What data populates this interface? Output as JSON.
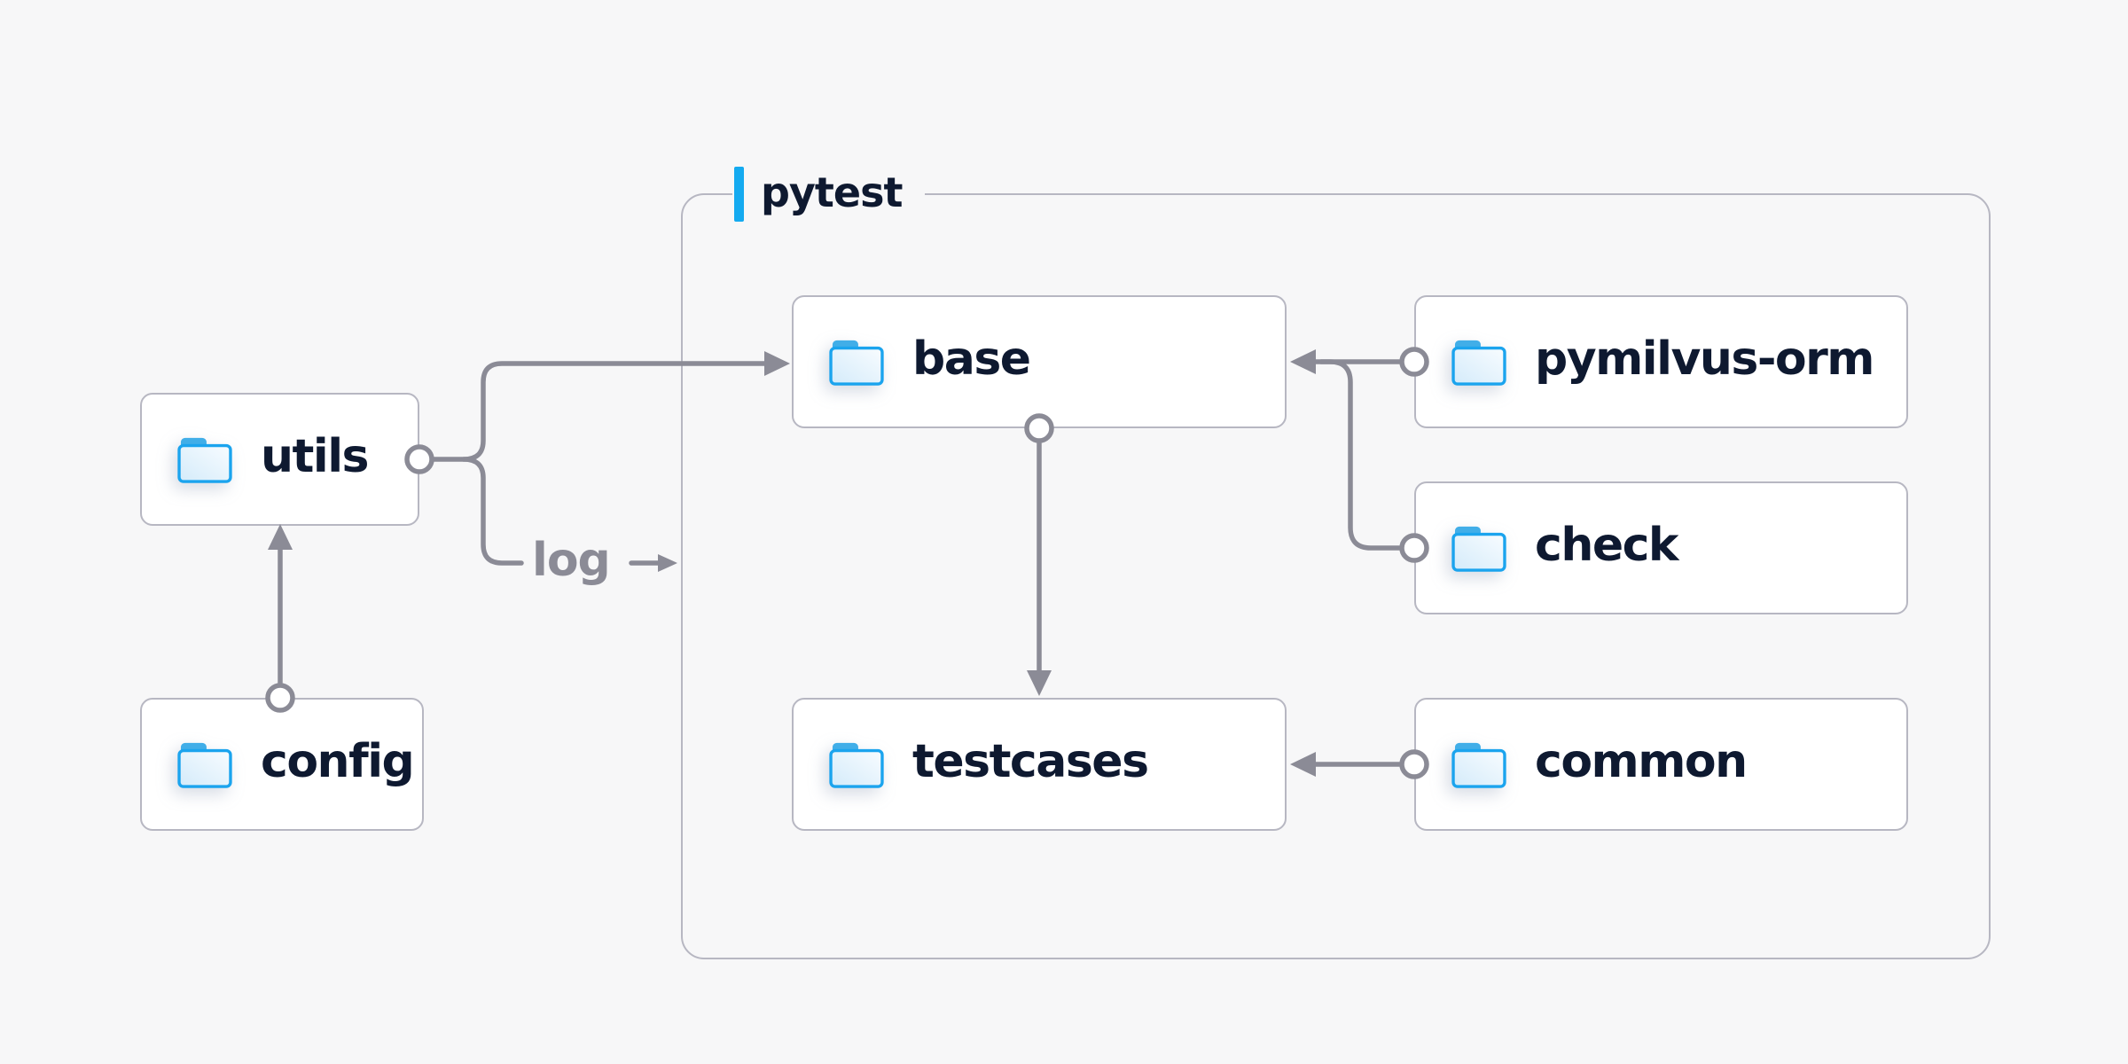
{
  "diagram": {
    "container": {
      "label": "pytest"
    },
    "nodes": [
      {
        "id": "utils",
        "label": "utils",
        "icon": "folder-icon",
        "inside_pytest": false
      },
      {
        "id": "config",
        "label": "config",
        "icon": "folder-icon",
        "inside_pytest": false
      },
      {
        "id": "base",
        "label": "base",
        "icon": "folder-icon",
        "inside_pytest": true
      },
      {
        "id": "pymilvus-orm",
        "label": "pymilvus-orm",
        "icon": "folder-icon",
        "inside_pytest": true
      },
      {
        "id": "check",
        "label": "check",
        "icon": "folder-icon",
        "inside_pytest": true
      },
      {
        "id": "testcases",
        "label": "testcases",
        "icon": "folder-icon",
        "inside_pytest": true
      },
      {
        "id": "common",
        "label": "common",
        "icon": "folder-icon",
        "inside_pytest": true
      }
    ],
    "edges": [
      {
        "from": "config",
        "to": "utils",
        "style": "circle-to-arrow"
      },
      {
        "from": "utils",
        "to": "base",
        "style": "circle-to-arrow"
      },
      {
        "from": "utils",
        "to": "log",
        "style": "circle-to-label",
        "label": "log"
      },
      {
        "from": "pymilvus-orm",
        "to": "base",
        "style": "circle-to-arrow"
      },
      {
        "from": "check",
        "to": "base",
        "style": "circle-to-arrow"
      },
      {
        "from": "base",
        "to": "testcases",
        "style": "circle-to-arrow"
      },
      {
        "from": "common",
        "to": "testcases",
        "style": "circle-to-arrow"
      }
    ],
    "edge_label": "log",
    "icons": {
      "node": "folder-icon",
      "edge_label_arrow": "right-arrow-icon"
    },
    "colors": {
      "background": "#f7f7f8",
      "node_fill": "#ffffff",
      "border": "#b7b7c2",
      "connector": "#8b8b96",
      "text": "#0e1930",
      "accent_blue": "#14aaf0",
      "folder_blue": "#1ba4ee"
    }
  }
}
